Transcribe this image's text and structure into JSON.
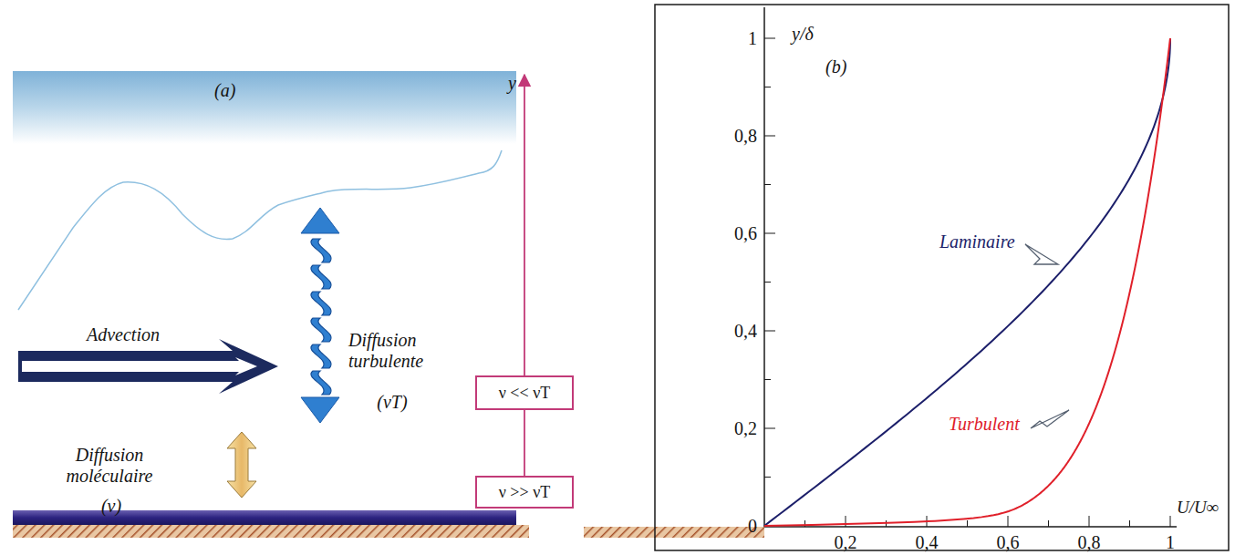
{
  "diagram": {
    "nodes": [
      {
        "text": [
          "ν << νT"
        ]
      },
      {
        "text": [
          "ν >> νT"
        ]
      }
    ],
    "edges": [
      {
        "from": 1,
        "to": 0,
        "arrow": "none"
      }
    ],
    "labels": [
      "(a)",
      "y",
      "Advection",
      "Diffusion turbulente",
      "(νT)",
      "Diffusion moléculaire",
      "(ν)",
      "(b)",
      "y/δ",
      "1",
      "0,8",
      "0,6",
      "0,4",
      "0,2",
      "0",
      "Laminaire",
      "Turbulent",
      "U/U∞",
      "0,2",
      "0,4",
      "0,6",
      "0,8",
      "1"
    ]
  }
}
